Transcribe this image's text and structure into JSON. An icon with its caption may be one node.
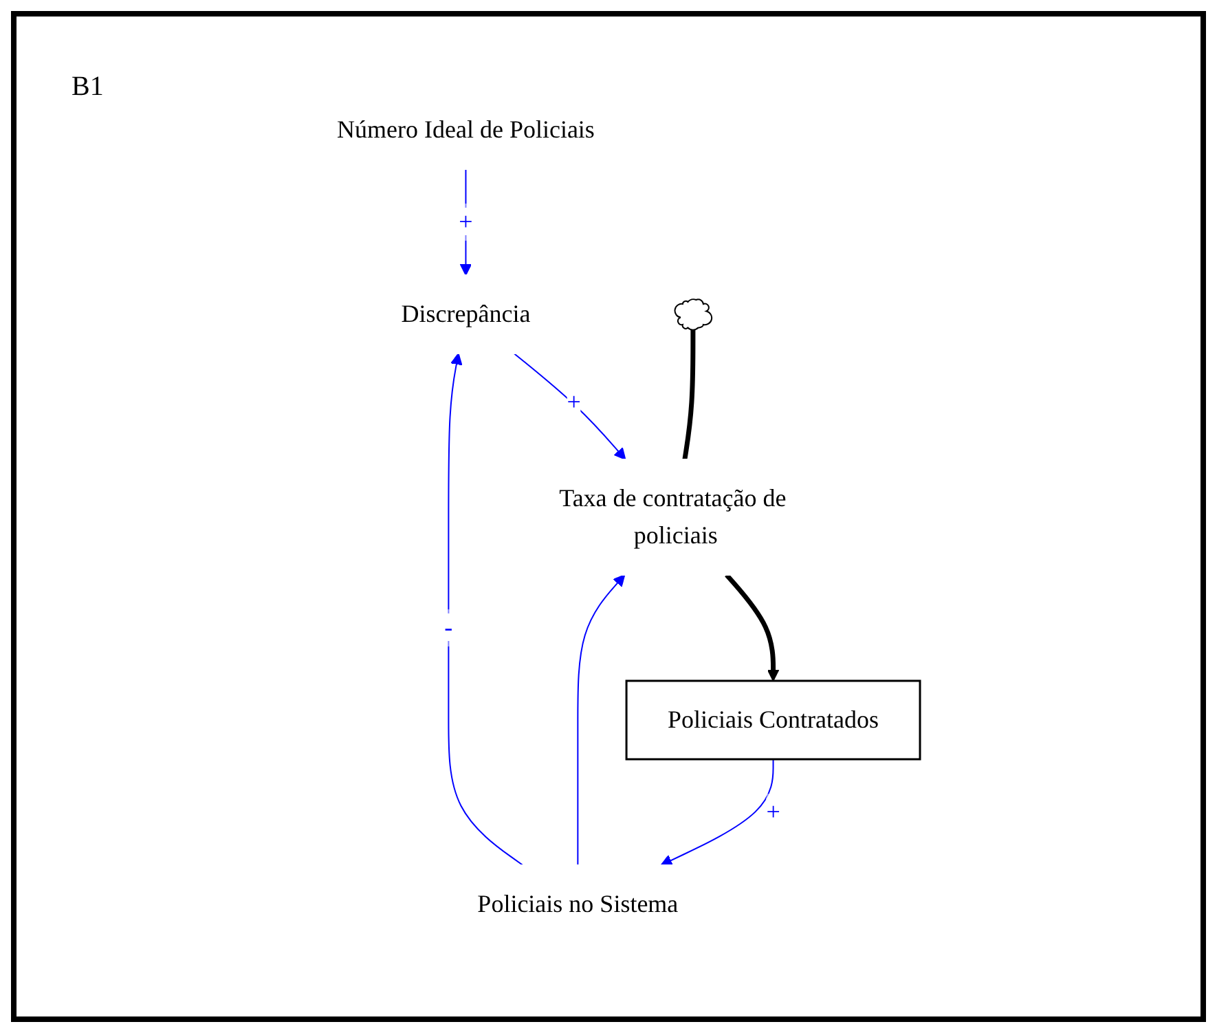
{
  "diagram": {
    "nodes": [
      {
        "text": [
          "Número Ideal de Policiais"
        ]
      },
      {
        "text": [
          "Policiais no Sistema"
        ]
      },
      {
        "text": [
          "Discrepância"
        ]
      },
      {
        "text": [],
        "shape": "cloud"
      },
      {
        "text": [
          "Taxa de contratação de policiais"
        ]
      },
      {
        "text": [
          "Policiais Contratados"
        ]
      }
    ],
    "edges": [
      {
        "from": 0,
        "to": 2,
        "arrow": "to",
        "label": "+",
        "color": "#0000ff"
      },
      {
        "from": 1,
        "to": 2,
        "arrow": "to",
        "label": "-",
        "color": "#0000ff"
      },
      {
        "from": 2,
        "to": 4,
        "arrow": "to",
        "label": "+",
        "color": "#0000ff"
      },
      {
        "from": 1,
        "to": 4,
        "arrow": "to",
        "color": "#0000ff"
      },
      {
        "from": 5,
        "to": 1,
        "arrow": "to",
        "label": "+",
        "color": "#0000ff"
      },
      {
        "from": 3,
        "to": 4,
        "arrow": "none",
        "style": "thick",
        "color": "#000000"
      },
      {
        "from": 4,
        "to": 5,
        "arrow": "to",
        "style": "thick",
        "color": "#000000"
      }
    ],
    "labels": [
      "B1"
    ]
  }
}
